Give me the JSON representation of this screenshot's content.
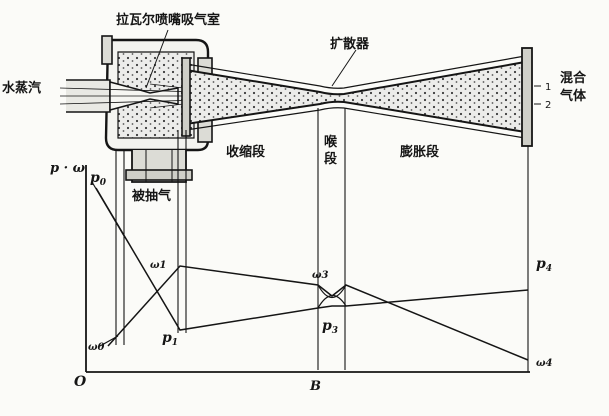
{
  "labels": {
    "chamber": "拉瓦尔喷嘴吸气室",
    "diffuser": "扩散器",
    "steam": "水蒸汽",
    "mixed_gas_line1": "混合",
    "mixed_gas_line2": "气体",
    "suction": "被抽气",
    "converging": "收缩段",
    "throat_line1": "喉",
    "throat_line2": "段",
    "expanding": "膨胀段",
    "section_1": "1",
    "section_2": "2"
  },
  "symbols": {
    "p_omega": "p · ω",
    "p0": "p",
    "p0_sub": "0",
    "p1": "p",
    "p1_sub": "1",
    "p3": "p",
    "p3_sub": "3",
    "p4": "p",
    "p4_sub": "4",
    "w0": "ω0",
    "w1": "ω1",
    "w3": "ω3",
    "w4": "ω4",
    "origin": "O",
    "b": "B"
  },
  "colors": {
    "ink": "#151515",
    "paper": "#fbfbf8",
    "fill": "#e6e6e1"
  }
}
